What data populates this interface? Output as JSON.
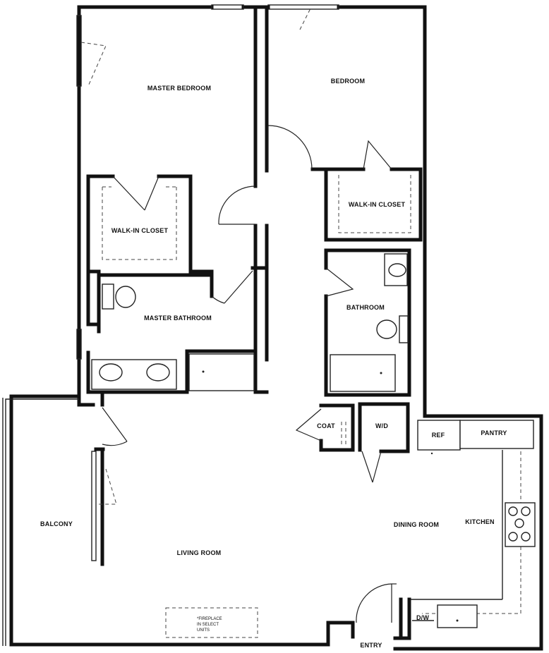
{
  "rooms": {
    "master_bedroom": "MASTER BEDROOM",
    "bedroom": "BEDROOM",
    "walk_in_closet_1": "WALK-IN CLOSET",
    "walk_in_closet_2": "WALK-IN CLOSET",
    "master_bathroom": "MASTER BATHROOM",
    "bathroom": "BATHROOM",
    "coat": "COAT",
    "wd": "W/D",
    "ref": "REF",
    "pantry": "PANTRY",
    "kitchen": "KITCHEN",
    "dining_room": "DINING ROOM",
    "living_room": "LIVING ROOM",
    "balcony": "BALCONY",
    "dw": "D/W",
    "entry": "ENTRY"
  },
  "fireplace_note": [
    "*FIREPLACE",
    "IN SELECT",
    "UNITS"
  ]
}
